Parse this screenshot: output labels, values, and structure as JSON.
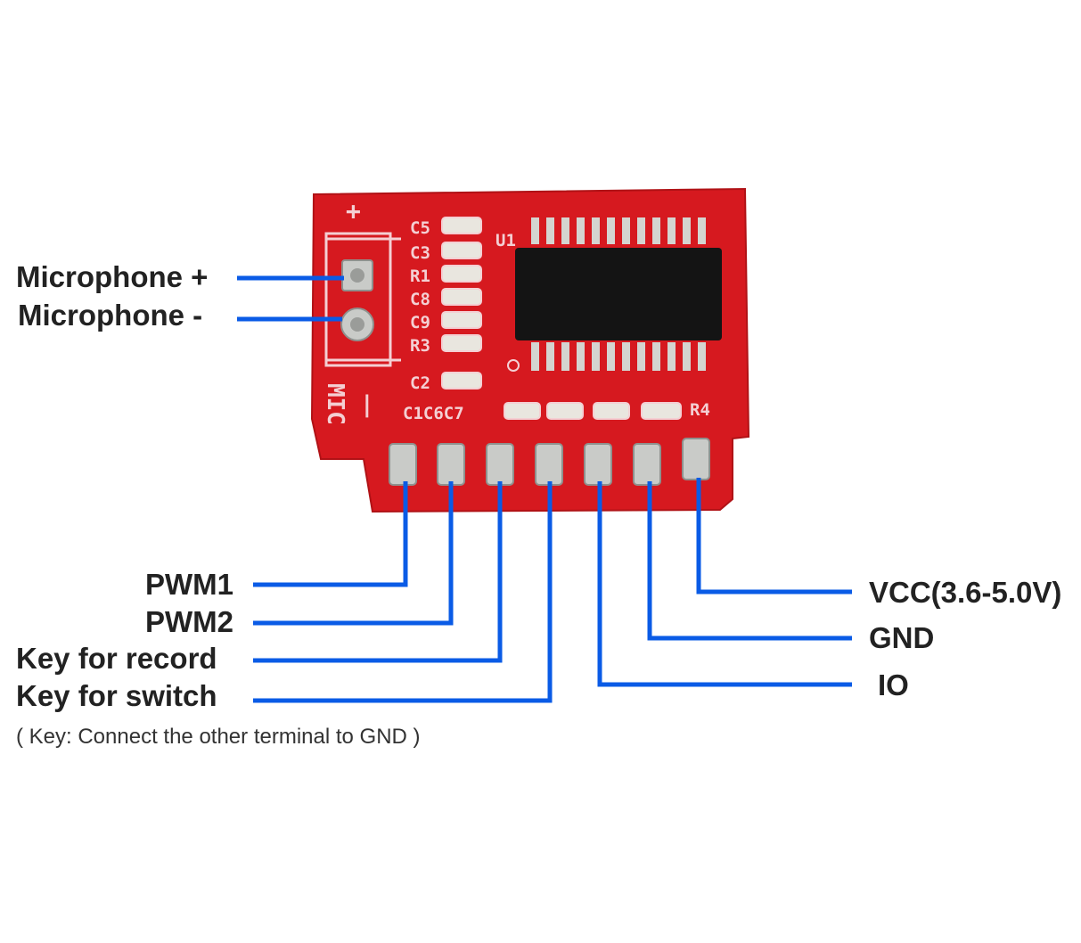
{
  "labels": {
    "mic_plus": "Microphone +",
    "mic_minus": "Microphone -",
    "pwm1": "PWM1",
    "pwm2": "PWM2",
    "key_record": "Key for record",
    "key_switch": "Key for switch",
    "note": "( Key:  Connect the other terminal to GND )",
    "vcc": "VCC(3.6-5.0V)",
    "gnd": "GND",
    "io": "IO"
  },
  "silkscreen": {
    "plus": "+",
    "minus": "|",
    "mic": "MIC",
    "u1": "U1",
    "c5": "C5",
    "c3": "C3",
    "r1": "R1",
    "c8": "C8",
    "c9": "C9",
    "r3": "R3",
    "c2": "C2",
    "c1c6c7": "C1C6C7",
    "r4": "R4"
  },
  "colors": {
    "board": "#d6191f",
    "leader_line": "#0a5be6",
    "pad": "#c9cbc8",
    "chip": "#141414",
    "silk": "#f4cfd3"
  }
}
